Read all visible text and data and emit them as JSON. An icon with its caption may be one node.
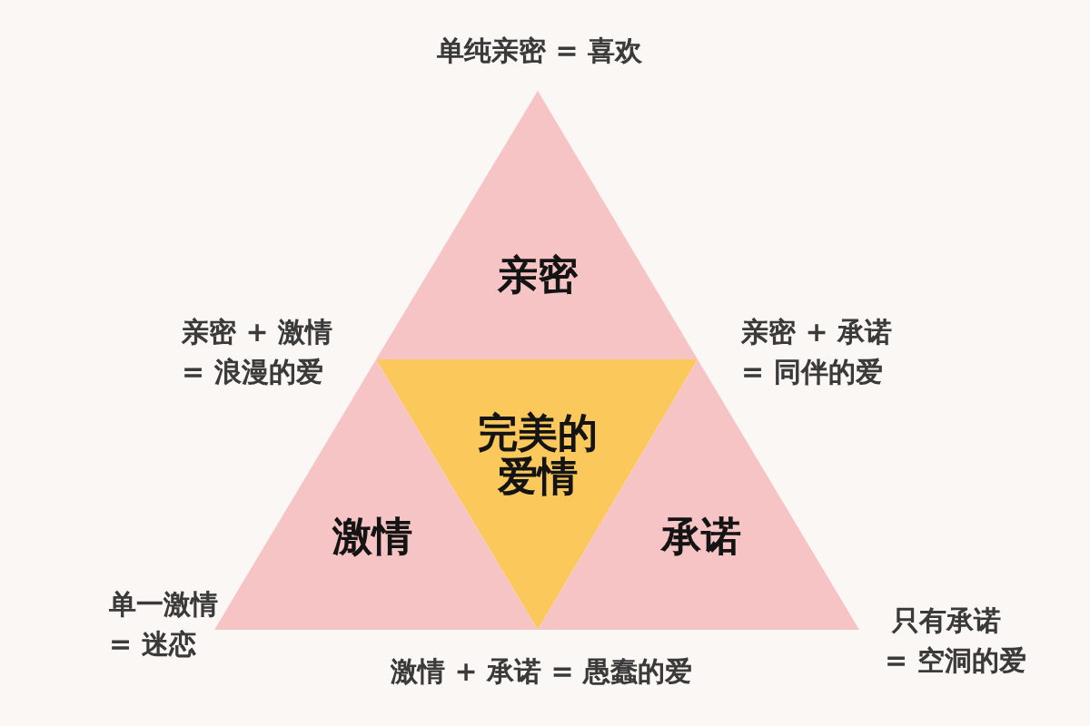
{
  "diagram": {
    "nodes": [
      {
        "text": [
          "亲密"
        ]
      },
      {
        "text": [
          "完美的爱情"
        ]
      },
      {
        "text": [
          "激情"
        ]
      },
      {
        "text": [
          "承诺"
        ]
      }
    ],
    "labels": [
      "单纯亲密 = 喜欢",
      "亲密 + 激情 = 浪漫的爱",
      "亲密 + 承诺 = 同伴的爱",
      "单一激情 = 迷恋",
      "只有承诺 = 空洞的爱",
      "激情 + 承诺 = 愚蠢的爱"
    ]
  }
}
